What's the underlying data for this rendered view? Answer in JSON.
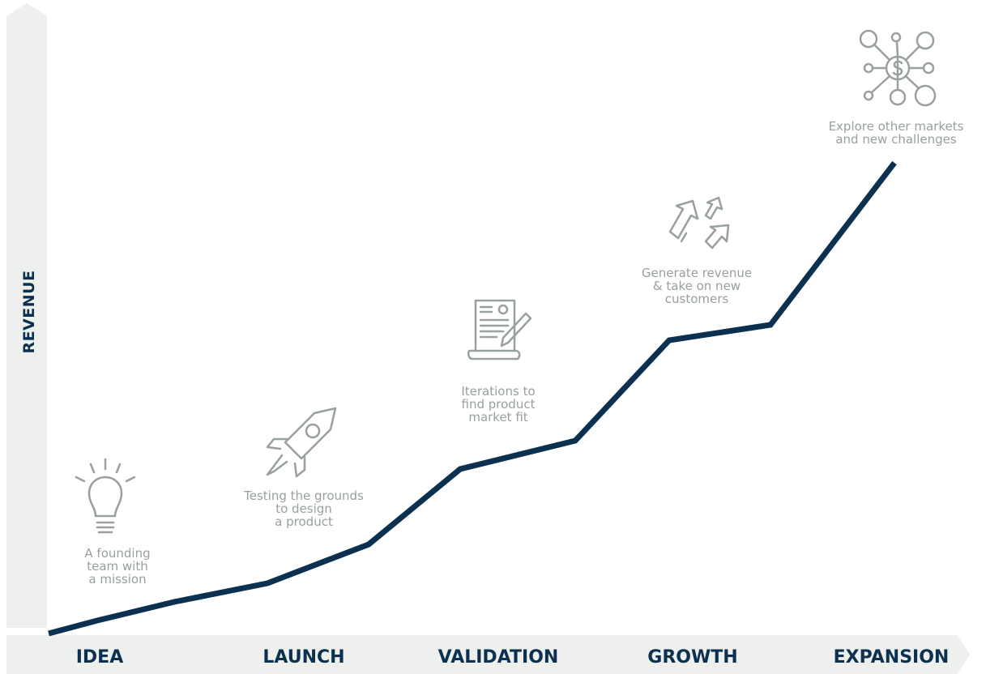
{
  "y_axis_label": "REVENUE",
  "stages": [
    {
      "name": "IDEA",
      "description": "A founding\nteam with\na mission",
      "icon": "lightbulb-icon"
    },
    {
      "name": "LAUNCH",
      "description": "Testing the grounds\nto design\na product",
      "icon": "rocket-icon"
    },
    {
      "name": "VALIDATION",
      "description": "Iterations to\nfind product\nmarket fit",
      "icon": "document-signature-icon"
    },
    {
      "name": "GROWTH",
      "description": "Generate revenue\n& take on new\ncustomers",
      "icon": "growth-arrows-icon"
    },
    {
      "name": "EXPANSION",
      "description": "Explore other markets\nand new challenges",
      "icon": "network-dollar-icon"
    }
  ],
  "colors": {
    "line": "#0b3050",
    "axis_band": "#eef0ee",
    "icon": "#98a19a",
    "label": "#98a19a",
    "stage_name": "#0b3050"
  }
}
